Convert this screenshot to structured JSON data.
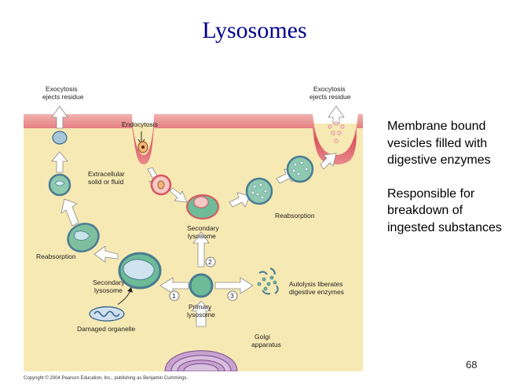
{
  "slide": {
    "title": "Lysosomes",
    "bullets": [
      "Membrane bound vesicles filled with digestive enzymes",
      "Responsible for breakdown of ingested substances"
    ],
    "page_number": "68"
  },
  "figure": {
    "labels": {
      "exocytosis_left_1": "Exocytosis",
      "exocytosis_left_2": "ejects residue",
      "exocytosis_right_1": "Exocytosis",
      "exocytosis_right_2": "ejects residue",
      "endocytosis": "Endocytosis",
      "extracellular_1": "Extracellular",
      "extracellular_2": "solid or fluid",
      "reabsorption_right": "Reabsorption",
      "reabsorption_left": "Reabsorption",
      "secondary_lysosome_center_1": "Secondary",
      "secondary_lysosome_center_2": "lysosome",
      "secondary_lysosome_left_1": "Secondary",
      "secondary_lysosome_left_2": "lysosome",
      "primary_lysosome_1": "Primary",
      "primary_lysosome_2": "lysosome",
      "autolysis_1": "Autolysis liberates",
      "autolysis_2": "digestive enzymes",
      "damaged_organelle": "Damaged organelle",
      "golgi_1": "Golgi",
      "golgi_2": "apparatus",
      "step_1": "1",
      "step_2": "2",
      "step_3": "3"
    },
    "copyright": "Copyright © 2004 Pearson Education, Inc., publishing as Benjamin Cummings.",
    "colors": {
      "cytoplasm": "#f7e9b4",
      "extracellular": "#ffffff",
      "membrane": "#e0656e",
      "lysosome_fill": "#6dbb97",
      "arrow": "#ffffff"
    }
  }
}
